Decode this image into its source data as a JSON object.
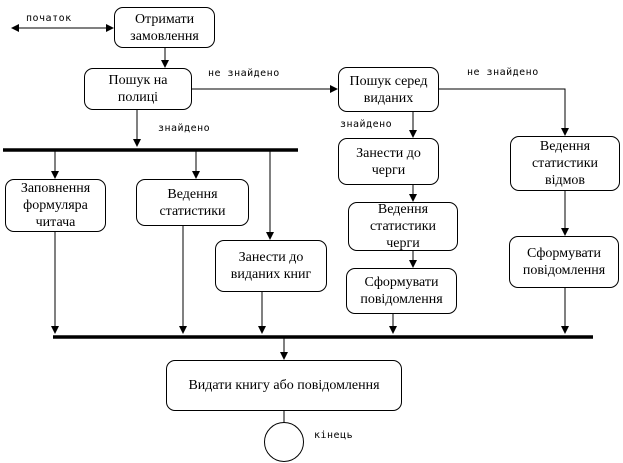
{
  "diagram": {
    "nodes": {
      "receive_order": "Отримати\nзамовлення",
      "search_shelf": "Пошук на\nполиці",
      "search_issued": "Пошук серед\nвиданих",
      "fill_form": "Заповнення\nформуляра\nчитача",
      "stats_1": "Ведення\nстатистики",
      "add_issued": "Занести до\nвиданих книг",
      "add_queue": "Занести до\nчерги",
      "stats_queue": "Ведення\nстатистики\nчерги",
      "msg_queue": "Сформувати\nповідомлення",
      "stats_refusals": "Ведення\nстатистики\nвідмов",
      "msg_refusals": "Сформувати\nповідомлення",
      "issue_book": "Видати книгу або повідомлення"
    },
    "labels": {
      "start": "початок",
      "not_found_1": "не знайдено",
      "not_found_2": "не знайдено",
      "found_1": "знайдено",
      "found_2": "знайдено",
      "end": "кінець"
    }
  }
}
